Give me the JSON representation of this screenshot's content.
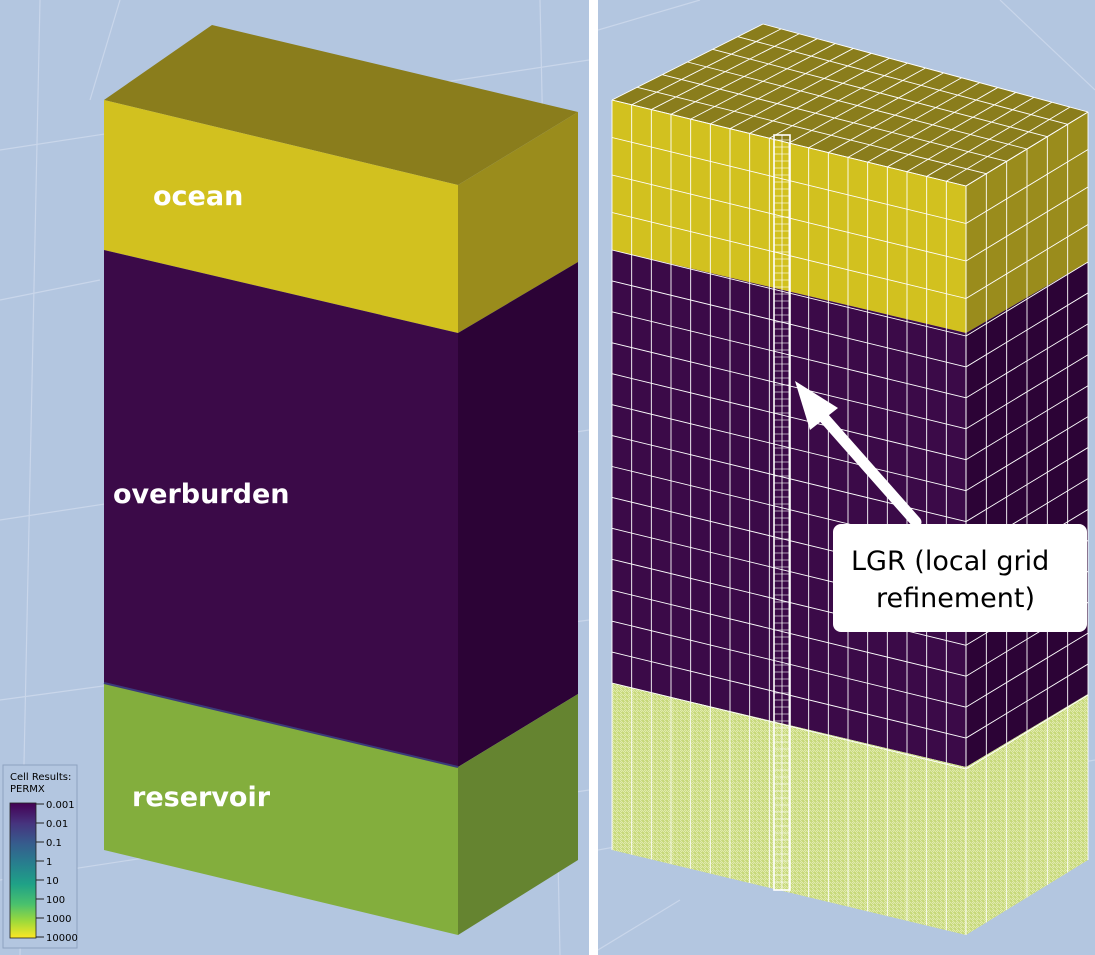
{
  "left_panel": {
    "labels": {
      "ocean": "ocean",
      "overburden": "overburden",
      "reservoir": "reservoir"
    }
  },
  "right_panel": {
    "callout": {
      "line1": "LGR (local grid",
      "line2": "refinement)"
    }
  },
  "legend": {
    "title_line1": "Cell Results:",
    "title_line2": "PERMX",
    "ticks": [
      "0.001",
      "0.01",
      "0.1",
      "1",
      "10",
      "100",
      "1000",
      "10000"
    ]
  },
  "colors": {
    "background": "#b3c6e0",
    "ocean_front": "#d2c11f",
    "ocean_side": "#9a8c1c",
    "ocean_top": "#8a7d1c",
    "overburden_front": "#3b0a48",
    "overburden_side": "#2c0336",
    "reservoir_front": "#83ae3d",
    "reservoir_side": "#658430",
    "refined_reservoir": "#d4e38f"
  }
}
